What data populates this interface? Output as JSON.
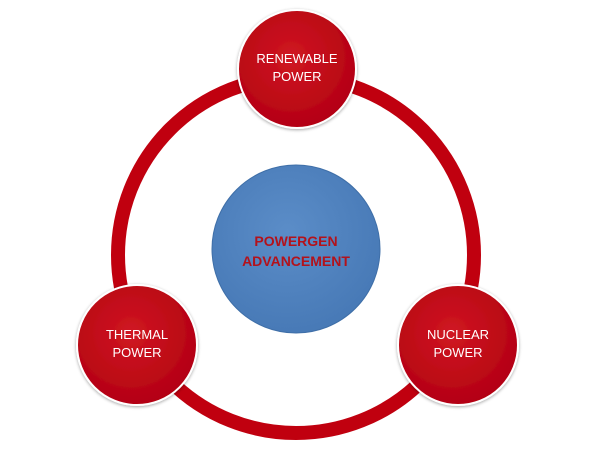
{
  "diagram": {
    "center": {
      "line1": "POWERGEN",
      "line2": "ADVANCEMENT",
      "fill_color": "#4f81bd",
      "text_color": "#b3121b"
    },
    "ring_color": "#c0000f",
    "nodes": [
      {
        "id": "renewable",
        "line1": "RENEWABLE",
        "line2": "POWER"
      },
      {
        "id": "thermal",
        "line1": "THERMAL",
        "line2": "POWER"
      },
      {
        "id": "nuclear",
        "line1": "NUCLEAR",
        "line2": "POWER"
      }
    ],
    "node_color": "#c0000f"
  }
}
